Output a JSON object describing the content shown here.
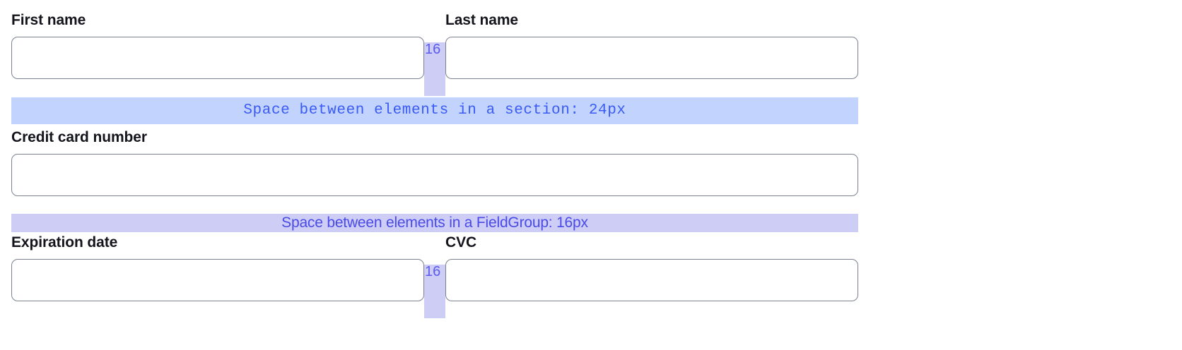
{
  "form": {
    "rows": [
      {
        "id": "name-row",
        "left_field": {
          "label": "First name",
          "value": "",
          "placeholder": ""
        },
        "right_field": {
          "label": "Last name",
          "value": "",
          "placeholder": ""
        },
        "gap_label": "16"
      },
      {
        "id": "card-row",
        "full_field": {
          "label": "Credit card number",
          "value": "",
          "placeholder": ""
        }
      },
      {
        "id": "expiry-row",
        "left_field": {
          "label": "Expiration date",
          "value": "",
          "placeholder": ""
        },
        "right_field": {
          "label": "CVC",
          "value": "",
          "placeholder": ""
        },
        "gap_label": "16"
      }
    ]
  },
  "annotations": {
    "section_band": {
      "text": "Space between elements in a section: 24px",
      "color": "#c2d4fd",
      "text_color": "#3a5bf5"
    },
    "fieldgroup_band": {
      "text": "Space between elements in a FieldGroup: 16px",
      "color": "#cdcdf5",
      "text_color": "#4a4ae8"
    },
    "gap_column": {
      "color": "#cdcdf5",
      "text_color": "#5b5bf0"
    }
  }
}
